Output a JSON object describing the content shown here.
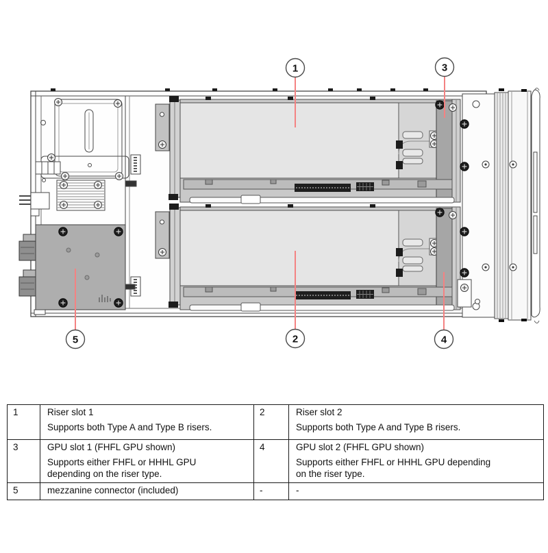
{
  "figure": {
    "callouts": [
      "1",
      "2",
      "3",
      "4",
      "5"
    ],
    "description": "server tray top view with two GPU riser assemblies"
  },
  "colors": {
    "leader_line": "#f48282",
    "diagram_line": "#474747",
    "gpu_card_fill": "#e5e5e5",
    "tray_fill": "#c9c9c9",
    "bracket_fill": "#a6a6a6",
    "mezzanine_fill": "#aeaeae"
  },
  "table": {
    "rows": [
      {
        "c0": "1",
        "t1": "Riser slot 1",
        "b1": "Supports both Type A and Type B risers.",
        "c2": "2",
        "t3": "Riser slot 2",
        "b3": "Supports both Type A and Type B risers."
      },
      {
        "c0": "3",
        "t1": "GPU slot 1 (FHFL GPU shown)",
        "b1": "Supports either FHFL or HHHL GPU\ndepending on the riser type.",
        "c2": "4",
        "t3": "GPU slot 2 (FHFL GPU shown)",
        "b3": "Supports either FHFL or HHHL GPU depending\non the riser type."
      },
      {
        "c0": "5",
        "t1": "mezzanine connector (included)",
        "b1": "",
        "c2": "-",
        "t3": "-",
        "b3": ""
      }
    ]
  }
}
